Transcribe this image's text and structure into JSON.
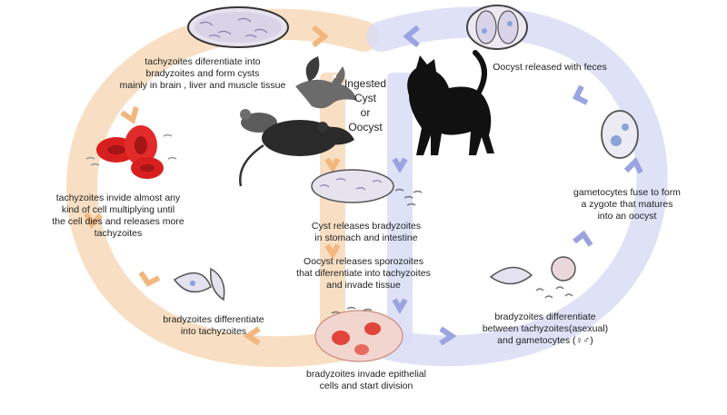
{
  "colors": {
    "left_cycle": "#f7d9b8",
    "left_arrow": "#f2b77e",
    "right_cycle": "#d9dcf5",
    "right_arrow": "#9aa4e0",
    "rbc": "#d81f1f",
    "cat": "#111111"
  },
  "icons": [
    "cyst-icon",
    "oocyst-icon",
    "bird-icon",
    "mouse-icon",
    "rat-icon",
    "cat-icon",
    "red-blood-cells-icon",
    "zygote-icon",
    "gametocyte-icon",
    "bradyzoite-icon",
    "epithelial-cells-icon"
  ],
  "labels": {
    "cyst_formation": "tachyzoites diferentiate into\nbradyzoites and form cysts\nmainly in brain , liver and muscle tissue",
    "ingested": "Ingested\nCyst\nor\nOocyst",
    "oocyst_released": "Oocyst released with feces",
    "tachyzoite_invasion": "tachyzoites invide almost any\nkind of cell multiplying until\nthe cell dies and releases more\ntachyzoites",
    "gametocytes_fuse": "gametocytes fuse to form\na zygote that matures\ninto an oocyst",
    "cyst_releases": "Cyst releases bradyzoites\nin stomach and intestine",
    "oocyst_sporozoites": "Oocyst releases sporozoites\nthat diferentiate into tachyzoites\nand invade tissue",
    "brady_to_tachy": "bradyzoites differentiate\ninto tachyzoites",
    "brady_between": "bradyzoites differentiate\nbetween tachyzoites(asexual)\nand gametocytes (♀♂)",
    "epithelial": "bradyzoites invade epithelial\ncells and start division"
  }
}
